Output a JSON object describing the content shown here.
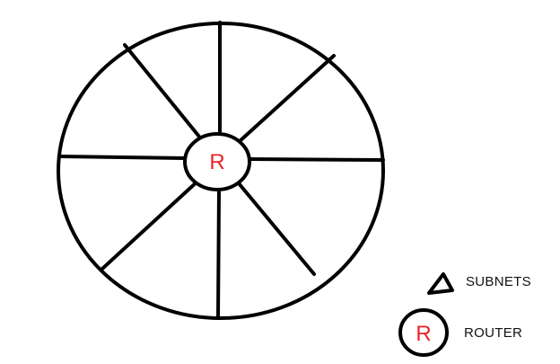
{
  "diagram": {
    "router_symbol": "R",
    "colors": {
      "stroke": "#000000",
      "router_text": "#e8232a",
      "background": "#ffffff"
    }
  },
  "legend": {
    "items": [
      {
        "icon": "triangle-icon",
        "label": "SUBNETS"
      },
      {
        "icon": "router-icon",
        "symbol": "R",
        "label": "ROUTER"
      }
    ]
  }
}
